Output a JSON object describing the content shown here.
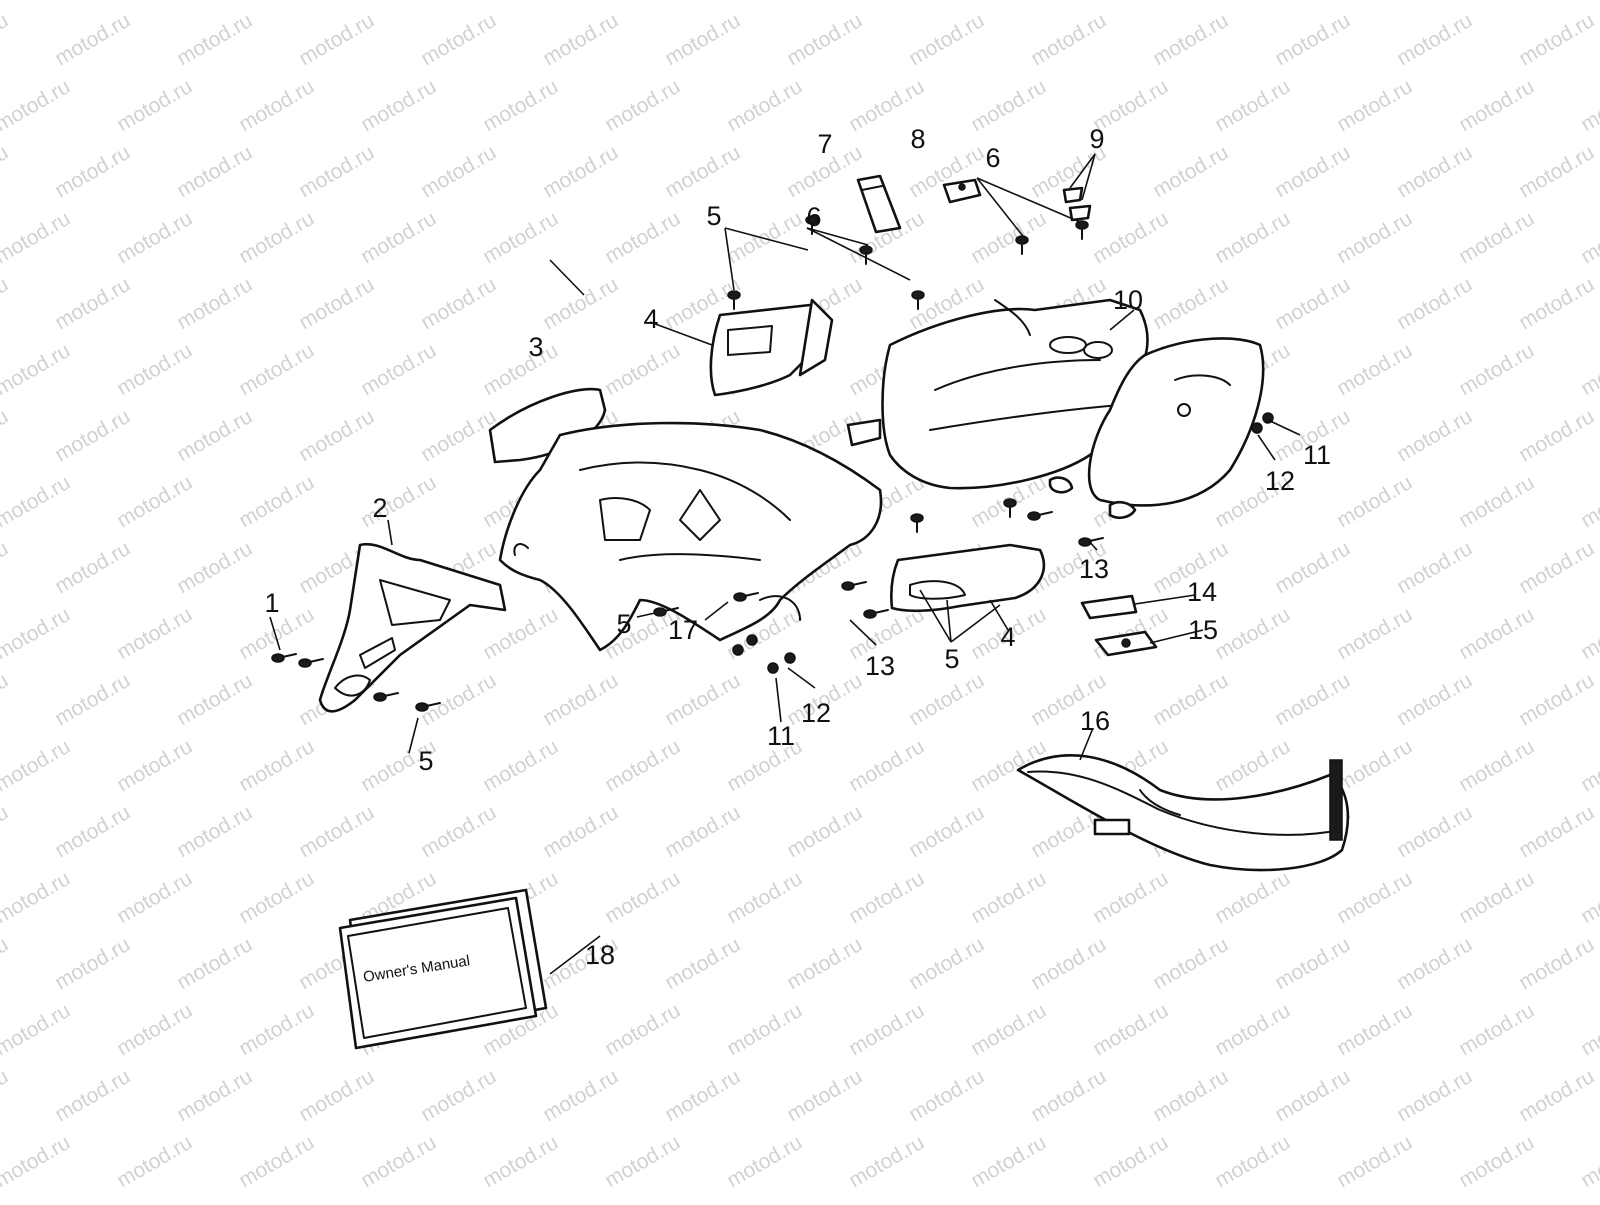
{
  "watermark": "motod.ru",
  "callouts": [
    "1",
    "2",
    "3",
    "4",
    "5",
    "6",
    "7",
    "8",
    "9",
    "10",
    "11",
    "12",
    "13",
    "14",
    "15",
    "16",
    "17",
    "18"
  ],
  "manual_title": "Owner's Manual"
}
